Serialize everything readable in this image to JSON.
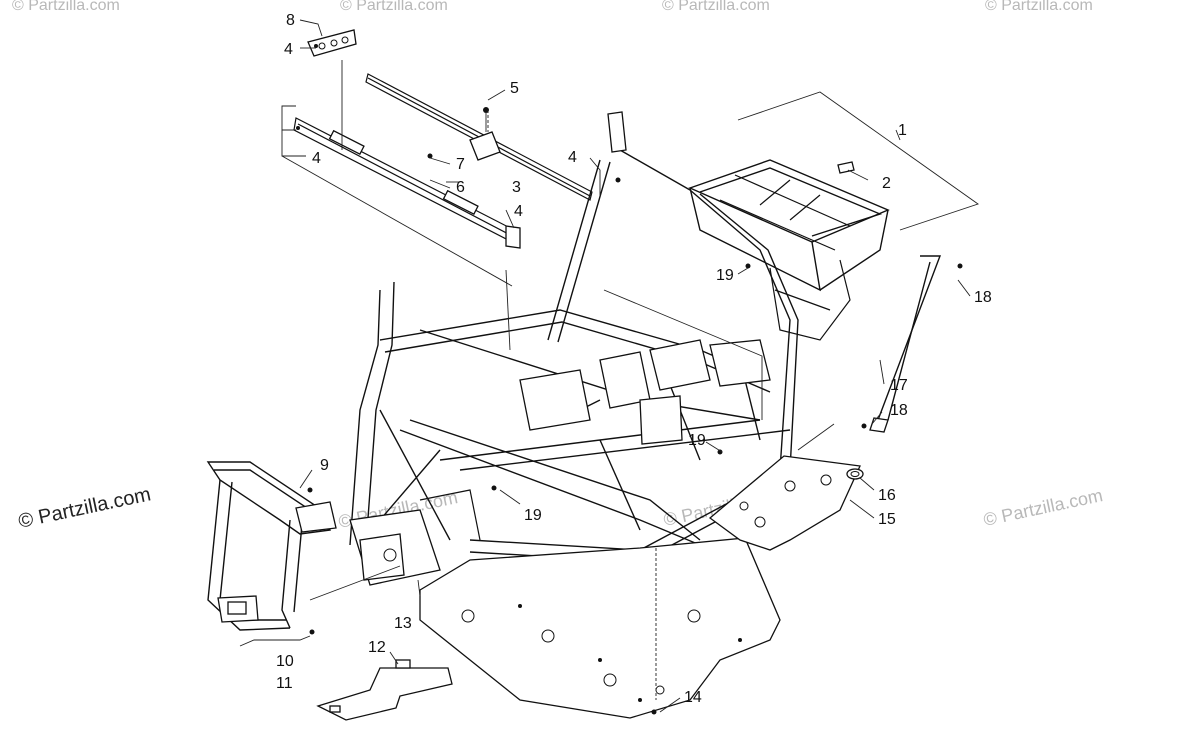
{
  "watermark": {
    "primary": "© Partzilla.com",
    "faint": "© Partzilla.com"
  },
  "callouts": {
    "c1": "1",
    "c2": "2",
    "c3": "3",
    "c4a": "4",
    "c4b": "4",
    "c4c": "4",
    "c4d": "4",
    "c5": "5",
    "c6": "6",
    "c7": "7",
    "c8": "8",
    "c9": "9",
    "c10": "10",
    "c11": "11",
    "c12": "12",
    "c13": "13",
    "c14": "14",
    "c15": "15",
    "c16": "16",
    "c17": "17",
    "c18a": "18",
    "c18b": "18",
    "c19a": "19",
    "c19b": "19",
    "c19c": "19"
  }
}
